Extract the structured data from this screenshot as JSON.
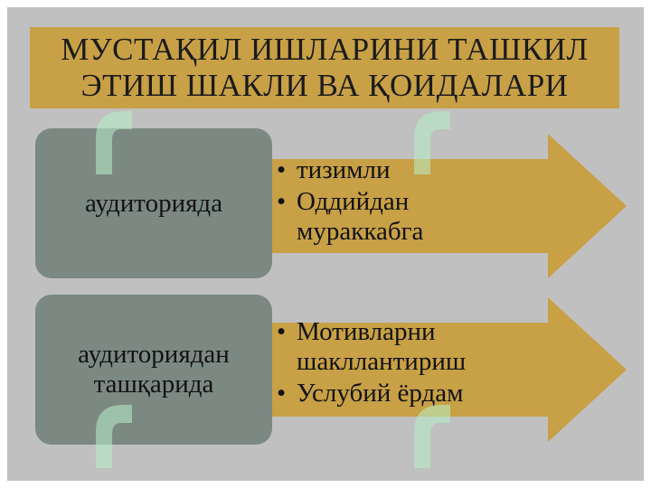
{
  "title": {
    "line1": "МУСТАҚИЛ ИШЛАРИНИ ТАШКИЛ",
    "line2": "ЭТИШ ШАКЛИ ВА ҚОИДАЛАРИ"
  },
  "rows": [
    {
      "label_lines": [
        "аудиторияда"
      ],
      "bullets": [
        [
          "тизимли"
        ],
        [
          "Оддийдан",
          "мураккабга"
        ]
      ]
    },
    {
      "label_lines": [
        "аудиториядан",
        "ташқарида"
      ],
      "bullets": [
        [
          "Мотивларни",
          "шакллантириш"
        ],
        [
          "Услубий ёрдам"
        ]
      ]
    }
  ],
  "colors": {
    "background": "#c0c0c0",
    "title_fill": "#c8a046",
    "arrow_fill": "#c8a046",
    "box_fill": "#7c8983",
    "watermark": "#b8f0c8"
  },
  "watermark_icon": "leaf-watermark-icon"
}
